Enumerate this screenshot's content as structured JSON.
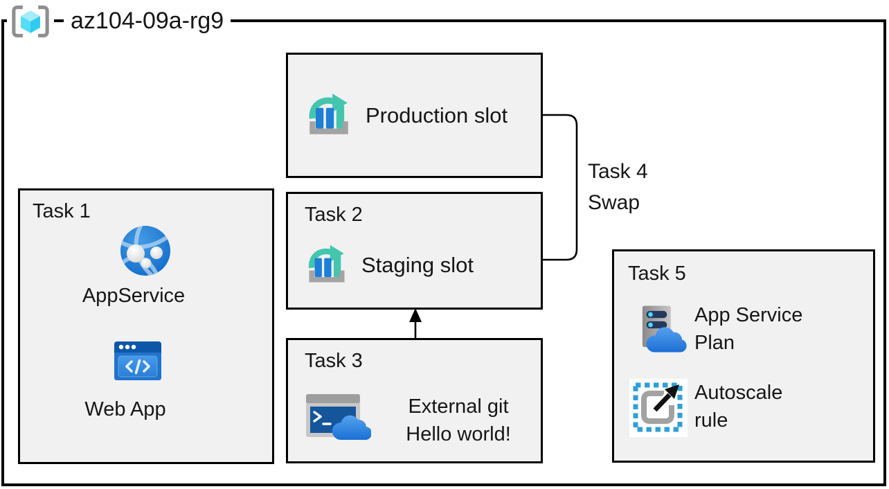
{
  "header": {
    "resource_group_name": "az104-09a-rg9"
  },
  "production_box": {
    "label": "Production slot"
  },
  "task1": {
    "title": "Task 1",
    "app_service_label": "AppService",
    "web_app_label": "Web App"
  },
  "task2": {
    "title": "Task 2",
    "label": "Staging slot"
  },
  "task3": {
    "title": "Task 3",
    "line1": "External git",
    "line2": "Hello world!"
  },
  "task4": {
    "line1": "Task 4",
    "line2": "Swap"
  },
  "task5": {
    "title": "Task 5",
    "item1": {
      "line1": "App Service",
      "line2": "Plan"
    },
    "item2": {
      "line1": "Autoscale",
      "line2": "rule"
    }
  },
  "colors": {
    "box_fill": "#f1f1f1",
    "frame_border": "#000000",
    "azure_blue": "#1e7fd7",
    "teal_accent": "#43c6ad",
    "cube_cyan": "#50e6ff",
    "icon_gray": "#a3a3a3"
  }
}
